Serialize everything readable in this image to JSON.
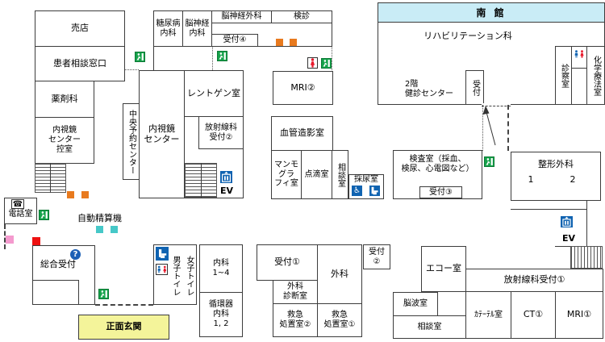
{
  "south_wing": {
    "name": "南 館"
  },
  "rooms": {
    "baiten": "売店",
    "kanja_soudan_madoguchi": "患者相談窓口",
    "yakuzaika": "薬剤科",
    "naishikyo_hikaeshitsu": "内視鏡\nセンター\n控室",
    "chuo_yoyaku_center": "中央予約センター",
    "naishikyo_center": "内視鏡\nセンター",
    "tonyobyo_naika": "糖尿病\n内科",
    "noshinkei_naika": "脳神経\n内科",
    "noshinkei_geka": "脳神経外科",
    "kenshin": "検診",
    "uketsuke_4": "受付④",
    "rentogen_shitsu": "レントゲン室",
    "hoshasenka_uketsuke_2": "放射線科\n受付②",
    "mri_2": "MRI②",
    "kekkan_zoei_shitsu": "血管造影室",
    "mammography_shitsu": "マンモ\nグラ\nフィ室",
    "tenteki_shitsu": "点滴室",
    "soudan_shitsu_chuo": "相談室",
    "sainyo_shitsu": "採尿室",
    "kensa_shitsu": "検査室（採血、\n検尿、心電図など）",
    "uketsuke_3": "受付③",
    "rehabilitation_ka": "リハビリテーション科",
    "kenshin_center_2f": "2階\n健診センター",
    "uketsuke_minami": "受付",
    "shinsatsu_shitsu": "診察室",
    "kagaku_ryoho_shitsu": "化学療法室",
    "seikei_geka": "整形外科",
    "seikei_geka_1": "1",
    "seikei_geka_2": "2",
    "denwa_shitsu": "電話室",
    "sogo_uketsuke": "総合受付",
    "danshi_toilet": "男子トイレ",
    "joshi_toilet": "女子トイレ",
    "shomen_genkan": "正面玄関",
    "naika_1_4": "内科\n1~4",
    "junkanki_naika": "循環器\n内科\n1, 2",
    "uketsuke_1": "受付①",
    "geka_shindan_shitsu": "外科\n診断室",
    "geka": "外科",
    "uketsuke_2": "受付\n②",
    "kyukyu_shochi_2": "救急\n処置室②",
    "kyukyu_shochi_1": "救急\n処置室①",
    "echo_shitsu": "エコー室",
    "hoshasenka_uketsuke_1": "放射線科受付①",
    "noha_shitsu": "脳波室",
    "soudan_shitsu_minami": "相談室",
    "catheter_shitsu": "ｶﾃｰﾃﾙ室",
    "ct_1": "CT①",
    "mri_1": "MRI①"
  },
  "labels": {
    "elevator": "EV",
    "jido_seisanki": "自動精算機"
  },
  "icons": {
    "phone_glyph": "☎",
    "wheelchair_glyph": "♿",
    "info_glyph": "?"
  },
  "palette": {
    "wall": "#3c3c3c",
    "south_wing_bg": "#c9ecf6",
    "entrance_bg": "#f4f49a",
    "exit_green": "#15a24a",
    "toilet_blue": "#1063b1",
    "female_red": "#e8192c",
    "info_blue": "#1b5fb5",
    "marker_orange": "#e87a1e",
    "marker_cyan": "#46c8c8",
    "marker_pink": "#f49ace",
    "marker_red": "#ee1111"
  }
}
